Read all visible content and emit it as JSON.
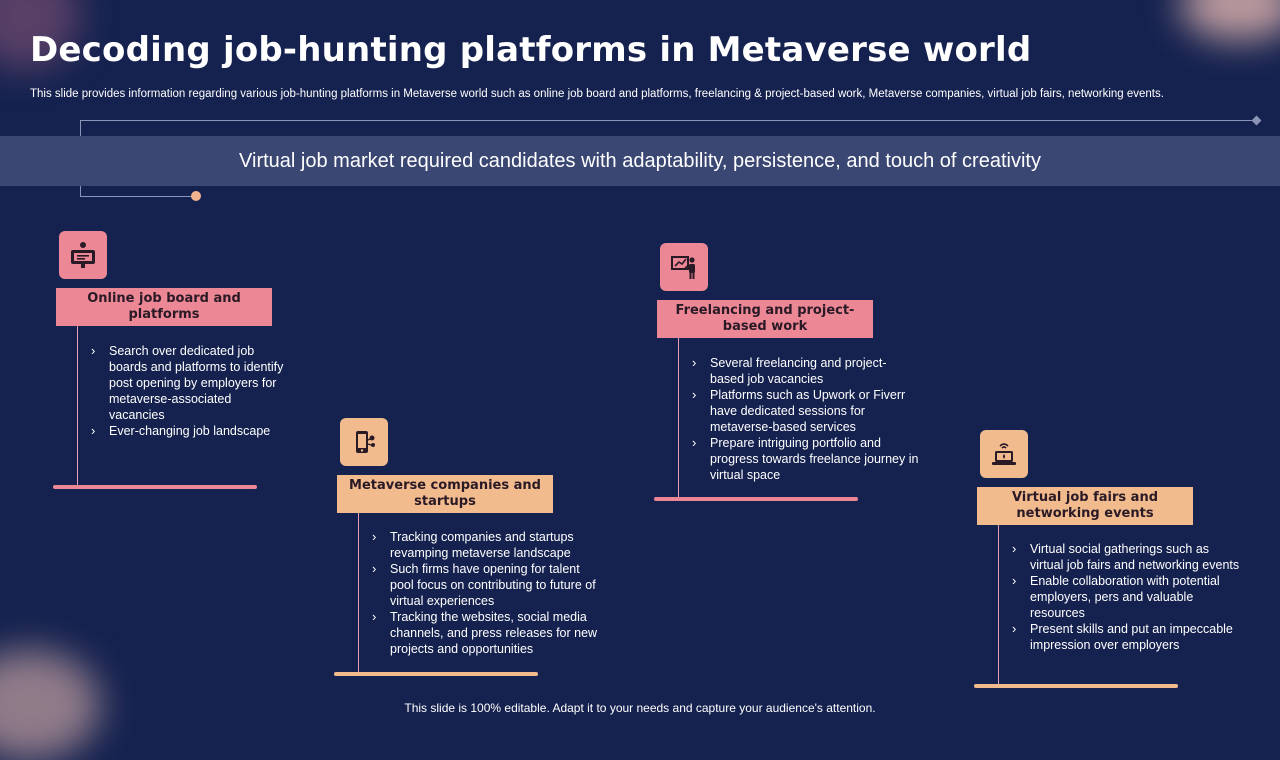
{
  "title": "Decoding job-hunting platforms in Metaverse world",
  "subtitle": "This slide provides information regarding various job-hunting platforms in Metaverse world such as online job board and platforms, freelancing & project-based work, Metaverse companies, virtual job fairs, networking events.",
  "banner": "Virtual job market required candidates with adaptability, persistence, and touch of creativity",
  "cards": [
    {
      "icon": "job-board-icon",
      "label": "Online job board and platforms",
      "bullets": [
        "Search over dedicated job boards and platforms to identify post opening by employers for metaverse-associated vacancies",
        "Ever-changing job landscape"
      ]
    },
    {
      "icon": "companies-icon",
      "label": "Metaverse companies and startups",
      "bullets": [
        "Tracking companies and startups revamping metaverse landscape",
        "Such firms have opening for talent pool focus on contributing to future of virtual experiences",
        "Tracking the websites, social media channels, and press releases for new projects and opportunities"
      ]
    },
    {
      "icon": "presentation-icon",
      "label": "Freelancing and project-based work",
      "bullets": [
        "Several freelancing and project-based job vacancies",
        "Platforms such as Upwork or Fiverr have dedicated sessions for metaverse-based services",
        "Prepare intriguing portfolio and progress towards freelance journey in virtual space"
      ]
    },
    {
      "icon": "laptop-wifi-icon",
      "label": "Virtual job fairs and networking events",
      "bullets": [
        "Virtual social gatherings such as virtual job fairs and networking events",
        "Enable collaboration with potential employers, pers and valuable resources",
        "Present skills and put an impeccable impression over employers"
      ]
    }
  ],
  "footer": "This slide is 100% editable. Adapt it to your needs and capture your audience's attention.",
  "colors": {
    "background": "#15224f",
    "pink": "#ec8795",
    "peach": "#f2bb8e",
    "banner": "#3a4773"
  }
}
